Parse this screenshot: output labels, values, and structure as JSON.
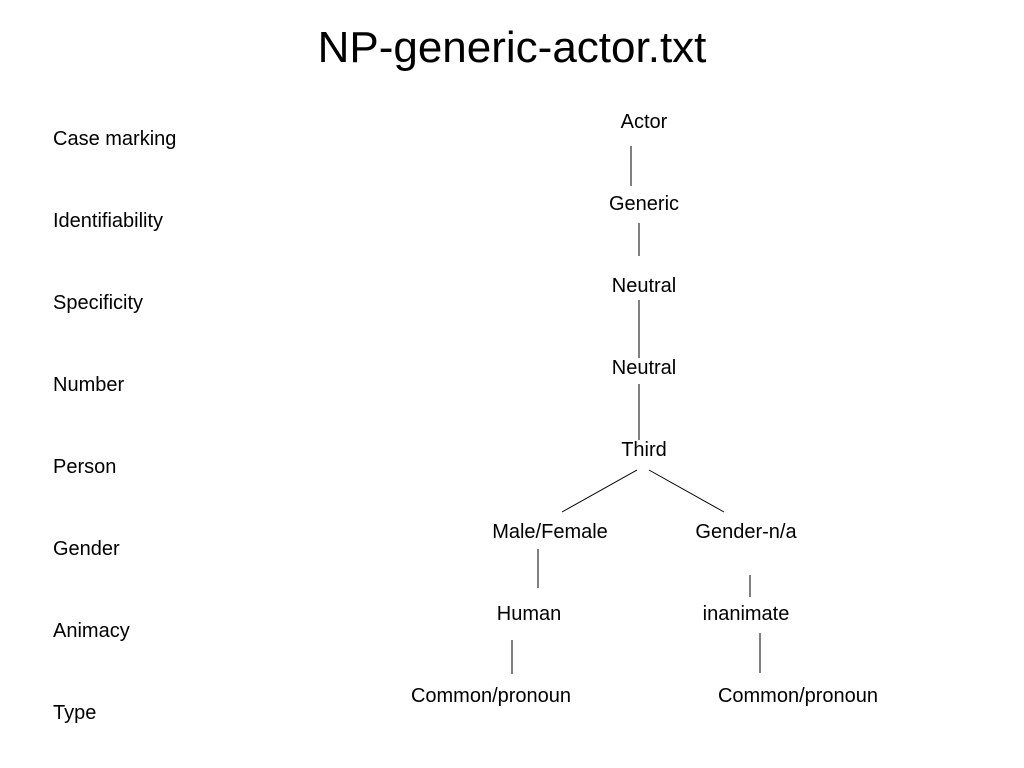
{
  "title": "NP-generic-actor.txt",
  "rows": {
    "case_marking": "Case marking",
    "identifiability": "Identifiability",
    "specificity": "Specificity",
    "number": "Number",
    "person": "Person",
    "gender": "Gender",
    "animacy": "Animacy",
    "type": "Type"
  },
  "tree": {
    "actor": "Actor",
    "generic": "Generic",
    "specificity_value": "Neutral",
    "number_value": "Neutral",
    "person_value": "Third",
    "gender_left": "Male/Female",
    "gender_right": "Gender-n/a",
    "animacy_left": "Human",
    "animacy_right": "inanimate",
    "type_left": "Common/pronoun",
    "type_right": "Common/pronoun"
  }
}
